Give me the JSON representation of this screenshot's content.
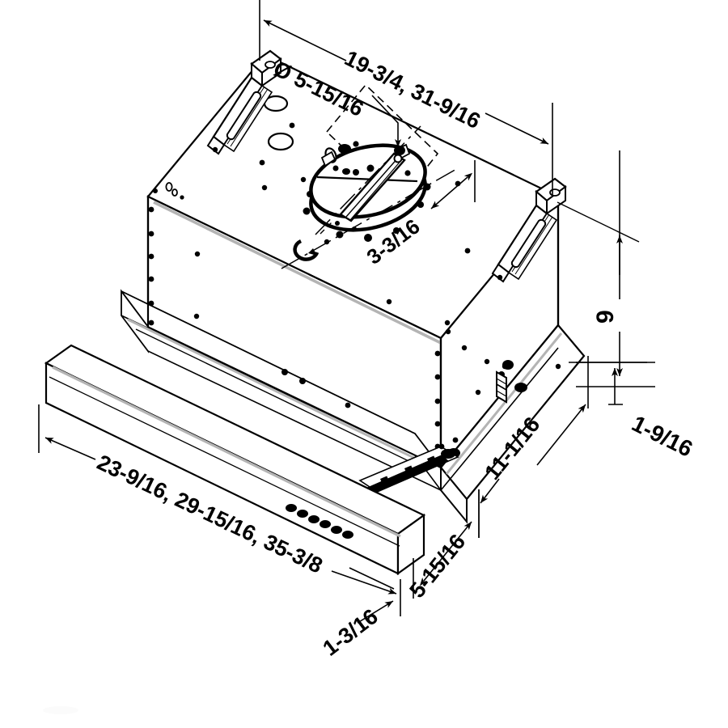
{
  "drawing": {
    "title": "Slide-out range hood dimensional drawing",
    "units": "inches",
    "line_color": "#000000",
    "fill_color": "#ffffff",
    "shade_color": "#c8c8c8",
    "background": "#ffffff"
  },
  "dimensions": {
    "width_overall": {
      "label": "19-3/4, 31-9/16",
      "name": "top-width-dimension"
    },
    "duct_diameter": {
      "label": "Ø 5-15/16",
      "name": "duct-diameter-dimension"
    },
    "duct_offset": {
      "label": "3-3/16",
      "name": "duct-offset-dimension"
    },
    "front_width": {
      "label": "23-9/16, 29-15/16, 35-3/8",
      "name": "front-panel-width-dimension"
    },
    "body_height": {
      "label": "9",
      "name": "body-height-dimension"
    },
    "panel_thickness": {
      "label": "1-9/16",
      "name": "panel-thickness-dimension"
    },
    "depth": {
      "label": "11-1/16",
      "name": "depth-dimension"
    },
    "slide_depth": {
      "label": "5-15/16",
      "name": "slide-out-depth-dimension"
    },
    "front_lip": {
      "label": "1-3/16",
      "name": "front-lip-dimension"
    }
  },
  "parts": {
    "top_panel": "top-panel",
    "left_side_panel": "left-side-panel",
    "front_face_panel": "front-face-panel",
    "right_side_panel": "right-side-panel",
    "duct_collar": "duct-collar",
    "bracket_left": "mounting-bracket-left",
    "bracket_right": "mounting-bracket-right",
    "slide_rail_left": "slide-rail-left",
    "slide_rail_right": "slide-rail-right",
    "pull_out_panel": "pull-out-front-panel",
    "control_buttons_count": 6,
    "junction_box": "junction-box-knockout"
  }
}
